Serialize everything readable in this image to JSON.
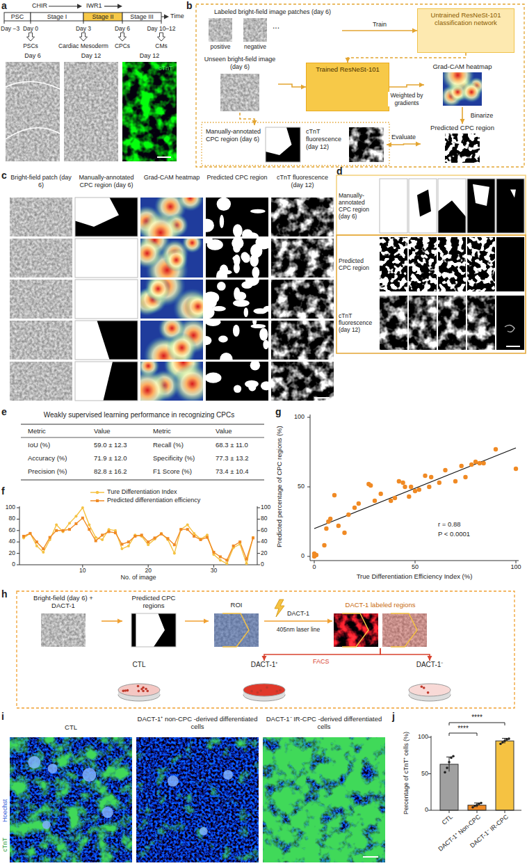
{
  "diagram": {
    "nodes": [
      {
        "text": [
          "Labeled bright-field image patches (day 6)",
          "positive",
          "negative",
          "..."
        ]
      },
      {
        "text": [
          "Untrained ResNeSt-101 classification network"
        ]
      },
      {
        "text": [
          "Unseen bright-field image (day 6)"
        ]
      },
      {
        "text": [
          "Trained ResNeSt-101"
        ]
      },
      {
        "text": [
          "Grad-CAM heatmap"
        ]
      },
      {
        "text": [
          "Manually-annotated CPC region (day 6)"
        ]
      },
      {
        "text": [
          "cTnT fluorescence (day 12)"
        ]
      },
      {
        "text": [
          "Predicted CPC region"
        ]
      },
      {
        "text": [
          "Bright-field (day 6) + DACT-1"
        ]
      },
      {
        "text": [
          "Predicted CPC regions"
        ]
      },
      {
        "text": [
          "ROI"
        ]
      },
      {
        "text": [
          "DACT-1 labeled regions"
        ]
      },
      {
        "text": [
          "CTL"
        ]
      },
      {
        "text": [
          "DACT-1⁺"
        ]
      },
      {
        "text": [
          "DACT-1⁻"
        ]
      }
    ],
    "edges": [
      {
        "from": 0,
        "to": 1,
        "label": "Train",
        "arrow": "to"
      },
      {
        "from": 1,
        "to": 3,
        "arrow": "to"
      },
      {
        "from": 2,
        "to": 3,
        "arrow": "to"
      },
      {
        "from": 3,
        "to": 4,
        "label": "Weighted by gradients",
        "arrow": "to"
      },
      {
        "from": 4,
        "to": 7,
        "label": "Binarize",
        "arrow": "to"
      },
      {
        "from": 2,
        "to": 5,
        "arrow": "to"
      },
      {
        "from": 6,
        "to": 7,
        "label": "Evaluate",
        "arrow": "both"
      },
      {
        "from": 8,
        "to": 9,
        "arrow": "to"
      },
      {
        "from": 9,
        "to": 10,
        "arrow": "to"
      },
      {
        "from": 10,
        "to": 11,
        "label": "DACT-1",
        "arrow": "to"
      },
      {
        "from": 11,
        "to": 13,
        "arrow": "to"
      },
      {
        "from": 11,
        "to": 14,
        "arrow": "to"
      }
    ],
    "labels": [
      "a",
      "CHIR",
      "IWR1",
      "PSC",
      "Stage I",
      "Stage II",
      "Stage III",
      "Time",
      "Day −3",
      "Day 0",
      "Day 3",
      "Day 6",
      "Day 10–12",
      "PSCs",
      "Cardiac Mesoderm",
      "CPCs",
      "CMs",
      "Day 6",
      "Day 12",
      "Day 12",
      "cTnT",
      "b",
      "c",
      "Bright-field patch (day 6)",
      "Manually-annotated CPC region (day 6)",
      "Grad-CAM heatmap",
      "Predicted CPC region",
      "cTnT fluorescence (day 12)",
      "d",
      "Manually-annotated CPC region (day 6)",
      "Predicted CPC region",
      "cTnT fluorescence (day 12)",
      "e",
      "Weakly supervised learning performance in recognizing CPCs",
      "Metric",
      "Value",
      "Metric",
      "Value",
      "IoU (%)",
      "59.0 ± 12.3",
      "Recall (%)",
      "68.3 ± 11.0",
      "Accuracy (%)",
      "71.9 ± 12.0",
      "Specificity (%)",
      "77.3 ± 13.2",
      "Precision (%)",
      "82.8 ± 16.2",
      "F1 Score (%)",
      "73.4 ± 10.4",
      "f",
      "100",
      "80",
      "60",
      "40",
      "20",
      "0",
      "100",
      "80",
      "60",
      "40",
      "20",
      "0",
      "10",
      "20",
      "30",
      "No. of image",
      "g",
      "Predicted percentage of CPC regions (%)",
      "100",
      "50",
      "0",
      "0",
      "50",
      "100",
      "True Differentiation Efficiency Index (%)",
      "r = 0.88",
      "P < 0.0001",
      "h",
      "405nm laser line",
      "FACS",
      "i",
      "CTL",
      "DACT-1⁺ non-CPC -derived differentiated cells",
      "DACT-1⁻ IR-CPC -derived differentiated cells",
      "cTnT",
      "Hoechst",
      "j",
      "Percentage of cTnT⁺ cells (%)",
      "100",
      "50",
      "0",
      "CTL",
      "DACT-1⁺ Non-CPC",
      "DACT-1⁻ IR-CPC",
      "****",
      "****"
    ],
    "legend": [
      {
        "text": "Ture Differentiation Index"
      },
      {
        "text": "Predicted differentiation efficiency"
      }
    ]
  }
}
